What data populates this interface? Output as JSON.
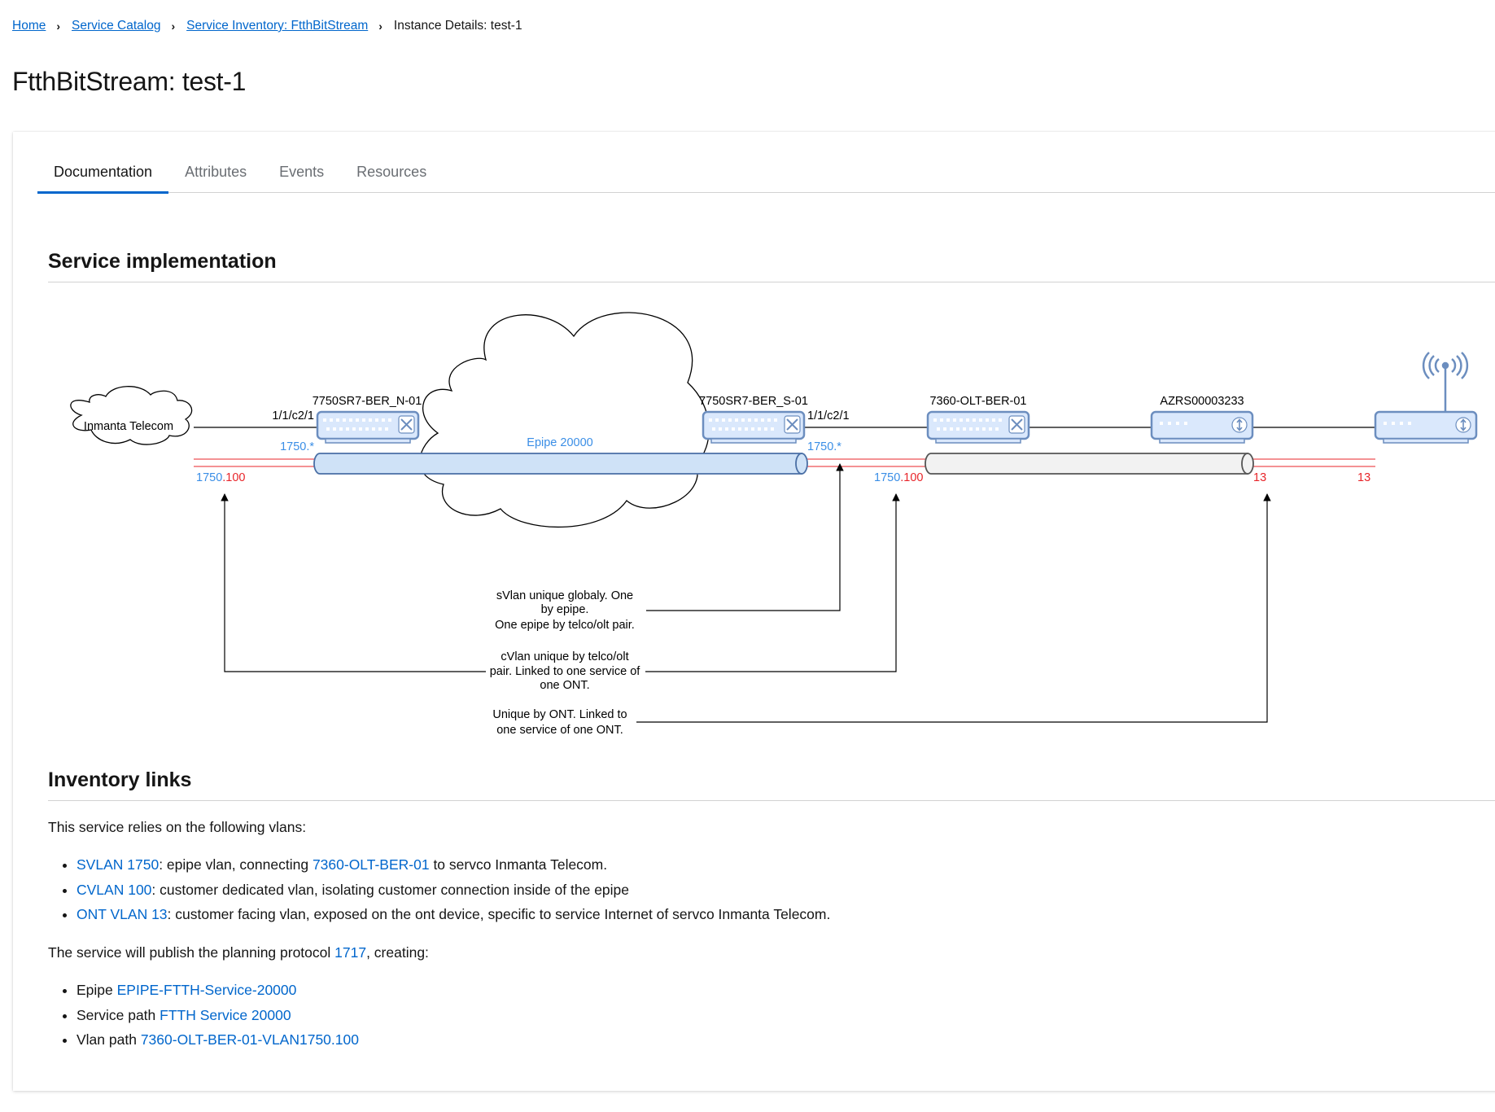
{
  "breadcrumb": {
    "home": "Home",
    "catalog": "Service Catalog",
    "inventory": "Service Inventory: FtthBitStream",
    "current": "Instance Details: test-1"
  },
  "page_title": "FtthBitStream: test-1",
  "tabs": [
    "Documentation",
    "Attributes",
    "Events",
    "Resources"
  ],
  "sections": {
    "implementation": "Service implementation",
    "inventory": "Inventory links"
  },
  "diagram": {
    "telco": "Inmanta Telecom",
    "pe_north": "7750SR7-BER_N-01",
    "pe_south": "7750SR7-BER_S-01",
    "olt": "7360-OLT-BER-01",
    "ont": "AZRS00003233",
    "port_north": "1/1/c2/1",
    "port_south": "1/1/c2/1",
    "epipe": "Epipe 20000",
    "vlan_north": "1750.*",
    "vlan_south": "1750.*",
    "svlan_a": "1750",
    "cvlan_a": ".100",
    "svlan_b": "1750",
    "cvlan_b": ".100",
    "ont_vlan_a": "13",
    "ont_vlan_b": "13",
    "note_svlan": [
      "sVlan unique globaly.  One",
      "by epipe.",
      "One epipe by telco/olt pair."
    ],
    "note_cvlan": [
      "cVlan unique by telco/olt",
      "pair.  Linked to one service of",
      "one ONT."
    ],
    "note_ont": [
      "Unique by ONT.  Linked to",
      "one service of one ONT."
    ],
    "colors": {
      "blue": "#3a8ee6",
      "red": "#e8252a",
      "device": "#6c8ebf",
      "device_fill": "#dae8fc"
    }
  },
  "inventory": {
    "intro": "This service relies on the following vlans:",
    "vlans": [
      {
        "link": "SVLAN 1750",
        "text1": ": epipe vlan, connecting ",
        "link2": "7360-OLT-BER-01",
        "text2": " to servco Inmanta Telecom."
      },
      {
        "link": "CVLAN 100",
        "text1": ": customer dedicated vlan, isolating customer connection inside of the epipe"
      },
      {
        "link": "ONT VLAN 13",
        "text1": ": customer facing vlan, exposed on the ont device, specific to service Internet of servco Inmanta Telecom."
      }
    ],
    "publish_prefix": "The service will publish the planning protocol ",
    "publish_link": "1717",
    "publish_suffix": ", creating:",
    "creates": [
      {
        "label": "Epipe ",
        "link": "EPIPE-FTTH-Service-20000"
      },
      {
        "label": "Service path ",
        "link": "FTTH Service 20000"
      },
      {
        "label": "Vlan path ",
        "link": "7360-OLT-BER-01-VLAN1750.100"
      }
    ]
  }
}
